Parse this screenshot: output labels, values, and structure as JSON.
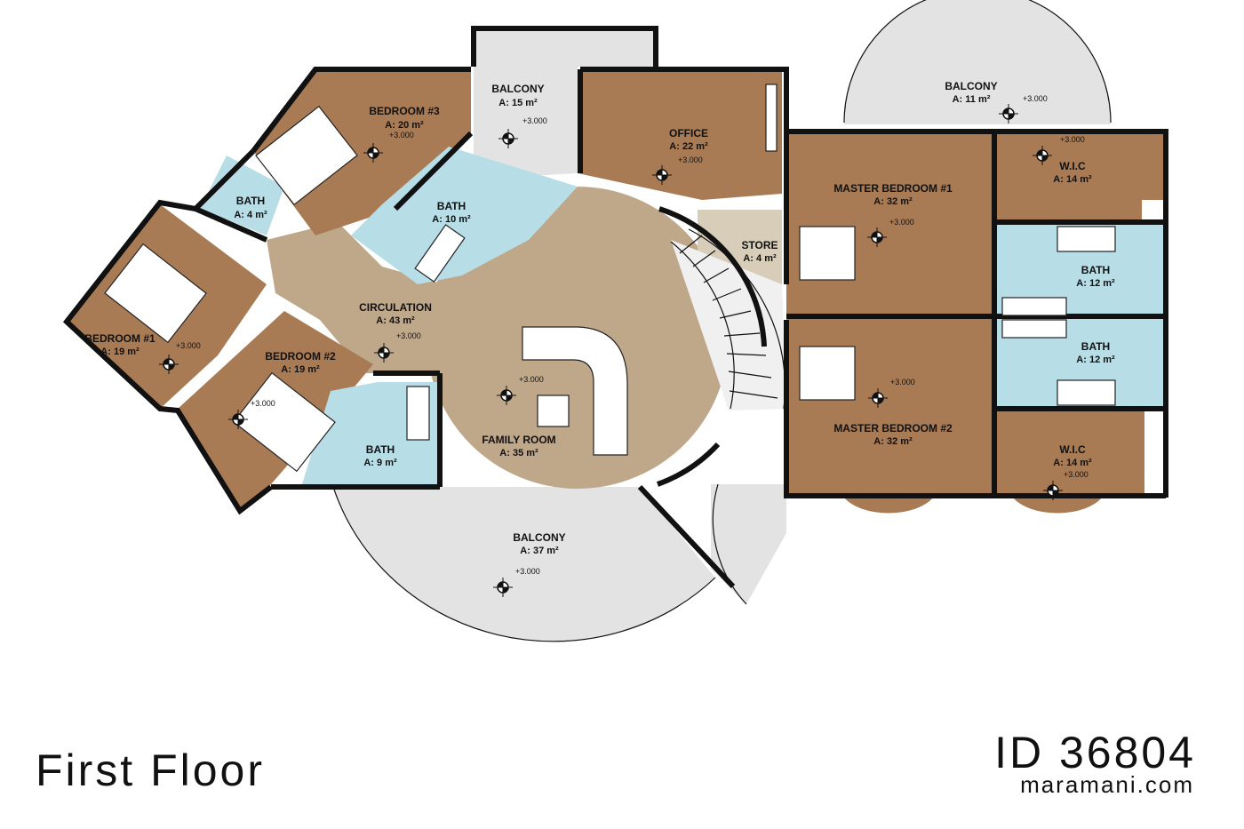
{
  "title": "First Floor",
  "plan_id": "ID 36804",
  "website": "maramani.com",
  "level_mark": "+3.000",
  "rooms": [
    {
      "key": "bedroom3",
      "name": "BEDROOM #3",
      "area": "A: 20 m²"
    },
    {
      "key": "balcony_top",
      "name": "BALCONY",
      "area": "A: 15 m²"
    },
    {
      "key": "office",
      "name": "OFFICE",
      "area": "A: 22 m²"
    },
    {
      "key": "balcony_right",
      "name": "BALCONY",
      "area": "A: 11 m²"
    },
    {
      "key": "bath_4",
      "name": "BATH",
      "area": "A: 4 m²"
    },
    {
      "key": "bath_10",
      "name": "BATH",
      "area": "A: 10 m²"
    },
    {
      "key": "master1",
      "name": "MASTER BEDROOM #1",
      "area": "A: 32 m²"
    },
    {
      "key": "wic1",
      "name": "W.I.C",
      "area": "A: 14 m²"
    },
    {
      "key": "store",
      "name": "STORE",
      "area": "A: 4 m²"
    },
    {
      "key": "bath_12a",
      "name": "BATH",
      "area": "A: 12 m²"
    },
    {
      "key": "circulation",
      "name": "CIRCULATION",
      "area": "A: 43 m²"
    },
    {
      "key": "bedroom1",
      "name": "BEDROOM #1",
      "area": "A: 19 m²"
    },
    {
      "key": "bedroom2",
      "name": "BEDROOM #2",
      "area": "A: 19 m²"
    },
    {
      "key": "bath_12b",
      "name": "BATH",
      "area": "A: 12 m²"
    },
    {
      "key": "family",
      "name": "FAMILY ROOM",
      "area": "A: 35 m²"
    },
    {
      "key": "master2",
      "name": "MASTER BEDROOM #2",
      "area": "A: 32 m²"
    },
    {
      "key": "bath_9",
      "name": "BATH",
      "area": "A: 9 m²"
    },
    {
      "key": "wic2",
      "name": "W.I.C",
      "area": "A: 14 m²"
    },
    {
      "key": "balcony_bottom",
      "name": "BALCONY",
      "area": "A: 37 m²"
    }
  ],
  "colors": {
    "wood_floor": "#a87b55",
    "tile_floor": "#b7dde6",
    "balcony_floor": "#e3e3e3",
    "circulation_floor": "#bfa78a",
    "wall": "#111111"
  }
}
